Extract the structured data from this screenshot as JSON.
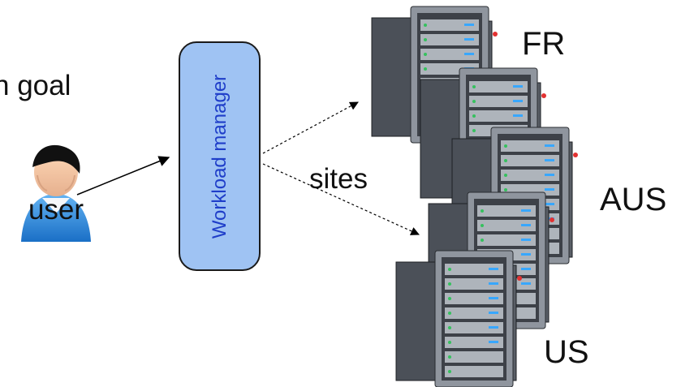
{
  "labels": {
    "goal": "n goal",
    "workload_manager": "Workload manager",
    "sites": "sites",
    "user": "user"
  },
  "sites": [
    {
      "name": "FR"
    },
    {
      "name": "AUS"
    },
    {
      "name": "US"
    }
  ],
  "icons": {
    "user": "user-icon",
    "server": "server-rack-icon",
    "arrow": "arrow-icon"
  },
  "colors": {
    "workload_fill": "#9fc3f3",
    "workload_text": "#1f3ec9",
    "user_blue": "#2f8fd8",
    "server_dark": "#3a3d43",
    "server_light": "#b8bdc3",
    "indicator_green": "#35c15e",
    "indicator_blue": "#38a7ff",
    "indicator_red": "#e23131"
  }
}
